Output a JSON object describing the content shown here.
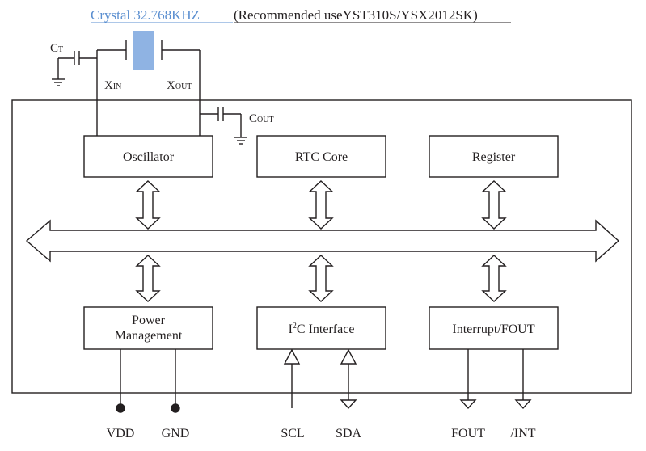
{
  "header": {
    "crystal_label": "Crystal 32.768KHZ",
    "recommended_label": "(Recommended useYST310S/YSX2012SK)"
  },
  "components": {
    "ct": {
      "main": "C",
      "sub": "T"
    },
    "xin": {
      "main": "X",
      "sub": "IN"
    },
    "xout": {
      "main": "X",
      "sub": "OUT"
    },
    "cout": {
      "main": "C",
      "sub": "OUT"
    }
  },
  "blocks": {
    "oscillator": "Oscillator",
    "rtc_core": "RTC Core",
    "register": "Register",
    "power_line1": "Power",
    "power_line2": "Management",
    "i2c_pre": "I",
    "i2c_sup": "2",
    "i2c_post": "C Interface",
    "interrupt": "Interrupt/FOUT"
  },
  "pins": {
    "vdd": "VDD",
    "gnd": "GND",
    "scl": "SCL",
    "sda": "SDA",
    "fout": "FOUT",
    "int": "/INT"
  },
  "colors": {
    "line": "#231f20",
    "crystal_text": "#5b8fd0",
    "crystal_body": "#8fb3e3"
  }
}
